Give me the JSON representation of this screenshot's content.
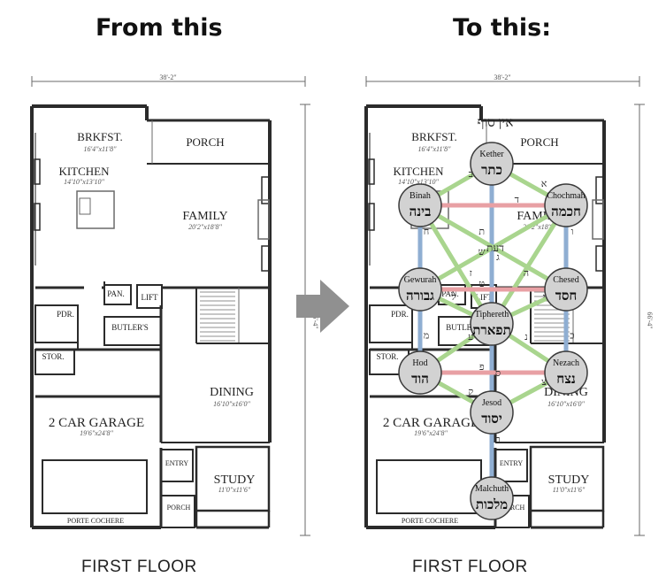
{
  "headings": {
    "left": "From this",
    "right": "To this:"
  },
  "caption": "FIRST FLOOR",
  "dimensions": {
    "width": "38'-2\"",
    "depth": "66'-4\""
  },
  "rooms": [
    {
      "id": "brkfst",
      "name": "BRKFST.",
      "size": "16'4\"x11'8\""
    },
    {
      "id": "porch",
      "name": "PORCH",
      "size": ""
    },
    {
      "id": "kitchen",
      "name": "KITCHEN",
      "size": "14'10\"x13'10\""
    },
    {
      "id": "family",
      "name": "FAMILY",
      "size": "20'2\"x18'8\""
    },
    {
      "id": "pan",
      "name": "PAN.",
      "size": ""
    },
    {
      "id": "lift",
      "name": "LIFT",
      "size": ""
    },
    {
      "id": "pdr",
      "name": "PDR.",
      "size": ""
    },
    {
      "id": "butlers",
      "name": "BUTLER'S",
      "size": ""
    },
    {
      "id": "stor",
      "name": "STOR.",
      "size": ""
    },
    {
      "id": "dining",
      "name": "DINING",
      "size": "16'10\"x16'0\""
    },
    {
      "id": "garage",
      "name": "2 CAR GARAGE",
      "size": "19'6\"x24'8\""
    },
    {
      "id": "entry",
      "name": "ENTRY",
      "size": ""
    },
    {
      "id": "study",
      "name": "STUDY",
      "size": "11'0\"x11'6\""
    },
    {
      "id": "porch2",
      "name": "PORCH",
      "size": ""
    },
    {
      "id": "porte",
      "name": "PORTE COCHERE",
      "size": ""
    }
  ],
  "tree": {
    "ain_soph": "אין סוף",
    "daath": "דעת",
    "sephiroth": [
      {
        "id": "kether",
        "name": "Kether",
        "hebrew": "כתר"
      },
      {
        "id": "binah",
        "name": "Binah",
        "hebrew": "בינה"
      },
      {
        "id": "chochmah",
        "name": "Chochmah",
        "hebrew": "חכמה"
      },
      {
        "id": "gewurah",
        "name": "Gewurah",
        "hebrew": "גבורה"
      },
      {
        "id": "chesed",
        "name": "Chesed",
        "hebrew": "חסד"
      },
      {
        "id": "tiphereth",
        "name": "Tiphereth",
        "hebrew": "תפארת"
      },
      {
        "id": "hod",
        "name": "Hod",
        "hebrew": "הוד"
      },
      {
        "id": "nezach",
        "name": "Nezach",
        "hebrew": "נצח"
      },
      {
        "id": "jesod",
        "name": "Jesod",
        "hebrew": "יסוד"
      },
      {
        "id": "malchuth",
        "name": "Malchuth",
        "hebrew": "מלכות"
      }
    ],
    "paths": [
      {
        "from": "kether",
        "to": "chochmah",
        "kind": "green",
        "letter": "א"
      },
      {
        "from": "kether",
        "to": "binah",
        "kind": "green",
        "letter": "ב"
      },
      {
        "from": "kether",
        "to": "tiphereth",
        "kind": "blue",
        "letter": "ג"
      },
      {
        "from": "chochmah",
        "to": "binah",
        "kind": "red",
        "letter": "ד"
      },
      {
        "from": "chochmah",
        "to": "tiphereth",
        "kind": "green",
        "letter": "ה"
      },
      {
        "from": "chochmah",
        "to": "chesed",
        "kind": "blue",
        "letter": "ו"
      },
      {
        "from": "binah",
        "to": "tiphereth",
        "kind": "green",
        "letter": "ז"
      },
      {
        "from": "binah",
        "to": "gewurah",
        "kind": "blue",
        "letter": "ח"
      },
      {
        "from": "chesed",
        "to": "gewurah",
        "kind": "red",
        "letter": "ט"
      },
      {
        "from": "chesed",
        "to": "tiphereth",
        "kind": "green",
        "letter": "י"
      },
      {
        "from": "chesed",
        "to": "nezach",
        "kind": "blue",
        "letter": "כ"
      },
      {
        "from": "gewurah",
        "to": "tiphereth",
        "kind": "green",
        "letter": "ל"
      },
      {
        "from": "gewurah",
        "to": "hod",
        "kind": "blue",
        "letter": "מ"
      },
      {
        "from": "tiphereth",
        "to": "nezach",
        "kind": "green",
        "letter": "נ"
      },
      {
        "from": "tiphereth",
        "to": "jesod",
        "kind": "blue",
        "letter": "ס"
      },
      {
        "from": "tiphereth",
        "to": "hod",
        "kind": "green",
        "letter": "ע"
      },
      {
        "from": "nezach",
        "to": "hod",
        "kind": "red",
        "letter": "פ"
      },
      {
        "from": "nezach",
        "to": "jesod",
        "kind": "green",
        "letter": "צ"
      },
      {
        "from": "hod",
        "to": "jesod",
        "kind": "green",
        "letter": "ק"
      },
      {
        "from": "jesod",
        "to": "malchuth",
        "kind": "blue",
        "letter": "ר"
      },
      {
        "from": "chochmah",
        "to": "gewurah",
        "kind": "green",
        "letter": "ש"
      },
      {
        "from": "binah",
        "to": "chesed",
        "kind": "green",
        "letter": "ת"
      }
    ]
  },
  "colors": {
    "wall": "#2b2b2b",
    "thin": "#6a6a6a",
    "arrow": "#909090",
    "sphere_fill": "#d2d2d2",
    "sphere_stroke": "#3a3a3a",
    "path_green": "#a9d58e",
    "path_red": "#e8a0a4",
    "path_blue": "#8faed2"
  }
}
